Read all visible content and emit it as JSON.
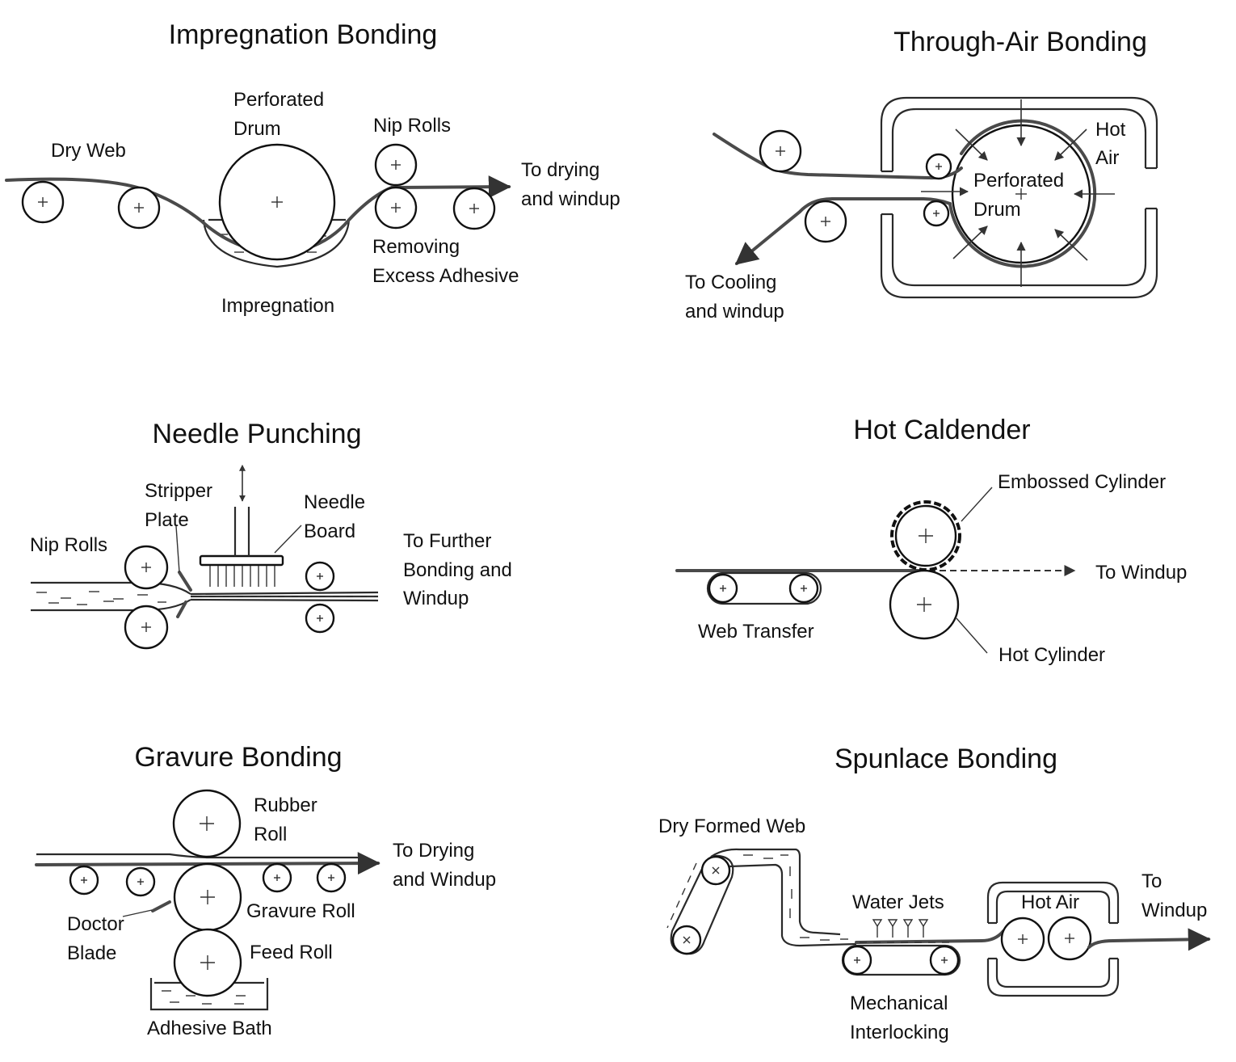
{
  "panels": {
    "impregnation": {
      "title": "Impregnation Bonding",
      "dry_web": "Dry Web",
      "drum_line1": "Perforated",
      "drum_line2": "Drum",
      "nip_rolls": "Nip Rolls",
      "out_line1": "To drying",
      "out_line2": "and windup",
      "remove_line1": "Removing",
      "remove_line2": "Excess Adhesive",
      "impregnation": "Impregnation"
    },
    "through_air": {
      "title": "Through-Air Bonding",
      "hot_line1": "Hot",
      "hot_line2": "Air",
      "drum_line1": "Perforated",
      "drum_line2": "Drum",
      "out_line1": "To Cooling",
      "out_line2": "and windup"
    },
    "needle": {
      "title": "Needle Punching",
      "stripper_line1": "Stripper",
      "stripper_line2": "Plate",
      "board_line1": "Needle",
      "board_line2": "Board",
      "nip_rolls": "Nip Rolls",
      "out_line1": "To Further",
      "out_line2": "Bonding and",
      "out_line3": "Windup"
    },
    "calender": {
      "title": "Hot Caldender",
      "embossed": "Embossed  Cylinder",
      "windup": "To Windup",
      "web_transfer": "Web Transfer",
      "hot_cylinder": "Hot  Cylinder"
    },
    "gravure": {
      "title": "Gravure Bonding",
      "rubber_line1": "Rubber",
      "rubber_line2": "Roll",
      "out_line1": "To Drying",
      "out_line2": "and Windup",
      "gravure_roll": "Gravure Roll",
      "doctor_line1": "Doctor",
      "doctor_line2": "Blade",
      "feed_roll": "Feed Roll",
      "bath": "Adhesive Bath"
    },
    "spunlace": {
      "title": "Spunlace Bonding",
      "dry_formed": "Dry Formed Web",
      "water_jets": "Water Jets",
      "hot_air": "Hot Air",
      "out_line1": "To",
      "out_line2": "Windup",
      "mech_line1": "Mechanical",
      "mech_line2": "Interlocking"
    }
  }
}
